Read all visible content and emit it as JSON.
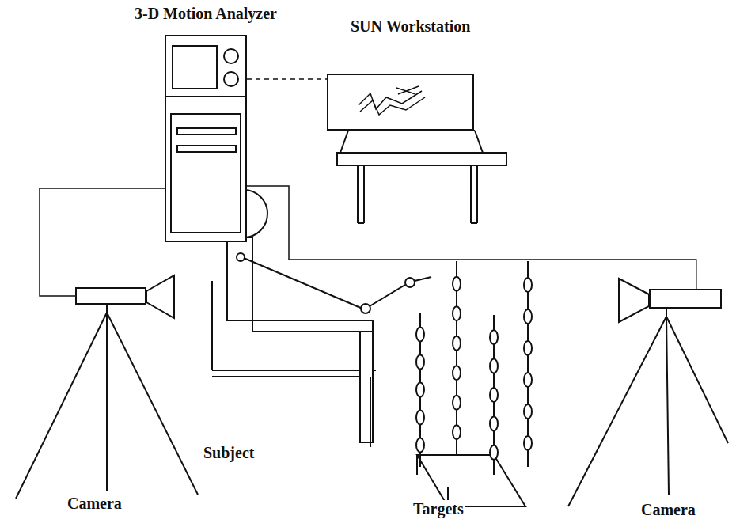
{
  "diagram": {
    "nodes": [
      {
        "text": [
          "3-D Motion Analyzer"
        ]
      },
      {
        "text": [
          "SUN Workstation"
        ]
      },
      {
        "text": [
          "Camera"
        ]
      },
      {
        "text": [
          "Camera"
        ]
      }
    ],
    "edges": [
      {
        "from": 0,
        "to": 1,
        "arrow": "none"
      },
      {
        "from": 0,
        "to": 2,
        "arrow": "none"
      },
      {
        "from": 0,
        "to": 3,
        "arrow": "none"
      }
    ],
    "labels": [
      "Subject",
      "Targets"
    ]
  }
}
